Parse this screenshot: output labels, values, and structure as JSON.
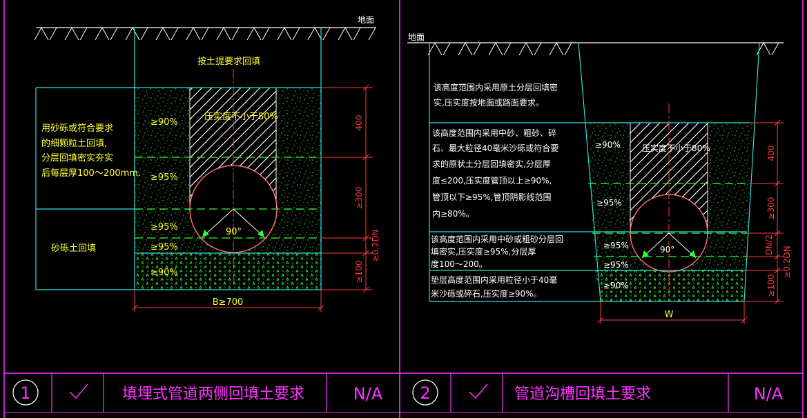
{
  "colors": {
    "frame": "#ff33ff",
    "cyan": "#33e0e0",
    "red": "#ff3b3b",
    "yellow": "#ffff33",
    "green": "#33ff33",
    "white": "#ffffff"
  },
  "left": {
    "ground_label": "地面",
    "top_note": "按土提要求回填",
    "side_note_lines": [
      "用砂砾或符合要求",
      "的细颗粒土回填,",
      "分层回填密实夯实",
      "后每层厚100～200mm."
    ],
    "lower_note": "砂砾土回填",
    "compaction_center": "压实度不小于80%",
    "compaction_90_top": "≥90%",
    "compaction_95_mid": "≥95%",
    "compaction_95_low1": "≥95%",
    "compaction_95_low2": "≥95%",
    "compaction_90_bed": "≥90%",
    "angle": "90°",
    "dim_400": "400",
    "dim_300": "≥300",
    "dim_d2": "≥0.2DN",
    "dim_100": "≥100",
    "width": "B≥700"
  },
  "right": {
    "ground_label": "地面",
    "note1_lines": [
      "该高度范围内采用原土分层回填密",
      "实,压实度按地面或路面要求。"
    ],
    "note2_lines": [
      "该高度范围内采用中砂、粗砂、碎",
      "石、最大粒径40毫米沙砾或符合要",
      "求的原状土分层回填密实,分层厚",
      "度≤200,压实度管顶以上≥90%,",
      "管顶以下≥95%,管顶阴影线范围",
      "内≥80%。"
    ],
    "note3_lines": [
      "该高度范围内采用中砂或粗砂分层回",
      "填密实,压实度≥95%,分层厚",
      "度100～200。"
    ],
    "note4_lines": [
      "垫层高度范围内采用粒径小于40毫",
      "米沙砾或碎石,压实度≥90%。"
    ],
    "compaction_center": "压实度不小于80%",
    "compaction_90_top": "≥90%",
    "compaction_95_mid": "≥95%",
    "compaction_95_low1": "≥95%",
    "compaction_95_low2": "≥95%",
    "compaction_90_bed": "≥90%",
    "angle": "90°",
    "dim_400": "400",
    "dim_300": "≥300",
    "dim_dn2": "DN/2",
    "dim_d2": "≥0.2DN",
    "dim_100": "≥100",
    "width": "W"
  },
  "title_block": {
    "left_number": "1",
    "left_title": "填埋式管道两侧回填土要求",
    "left_scale": "N/A",
    "right_number": "2",
    "right_title": "管道沟槽回填土要求",
    "right_scale": "N/A"
  }
}
